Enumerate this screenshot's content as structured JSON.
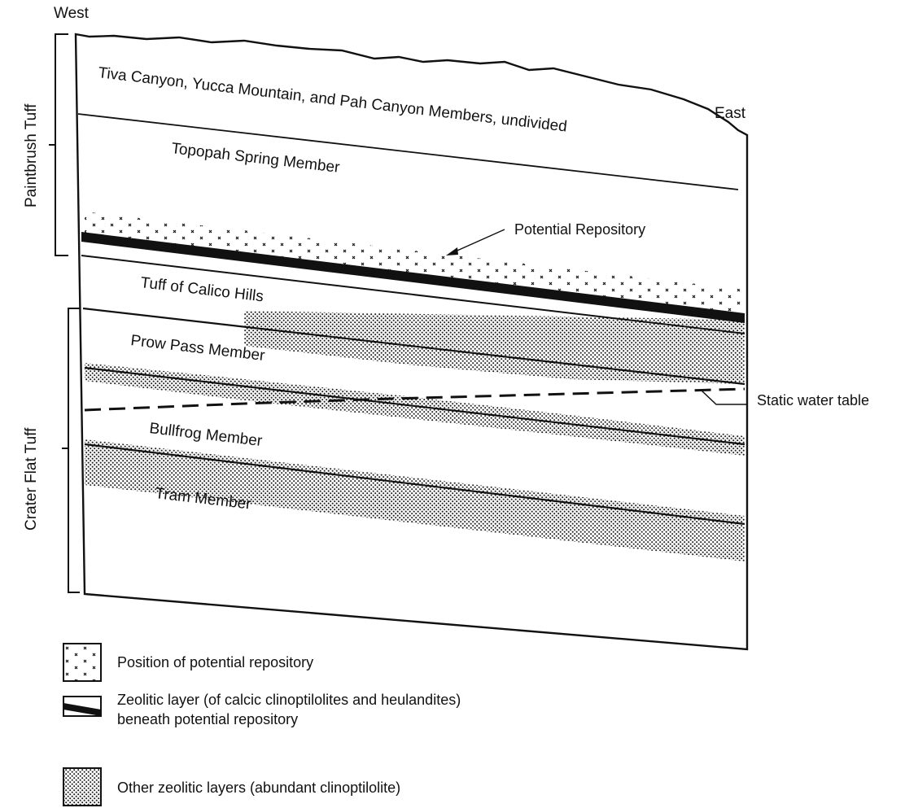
{
  "directions": {
    "west": "West",
    "east": "East"
  },
  "units": {
    "tiva": "Tiva Canyon, Yucca Mountain, and Pah Canyon Members, undivided",
    "topopah": "Topopah Spring Member",
    "calico": "Tuff of Calico Hills",
    "prow": "Prow Pass Member",
    "bullfrog": "Bullfrog Member",
    "tram": "Tram Member"
  },
  "groups": {
    "paintbrush": "Paintbrush Tuff",
    "crater": "Crater Flat Tuff"
  },
  "annotations": {
    "repository": "Potential Repository",
    "water_table": "Static water table"
  },
  "legend": {
    "repository": "Position of potential repository",
    "zeolitic_line1": "Zeolitic layer (of calcic clinoptilolites and heulandites)",
    "zeolitic_line2": "beneath potential repository",
    "other": "Other zeolitic layers (abundant clinoptilolite)"
  },
  "colors": {
    "ink": "#111111",
    "background": "#ffffff"
  }
}
